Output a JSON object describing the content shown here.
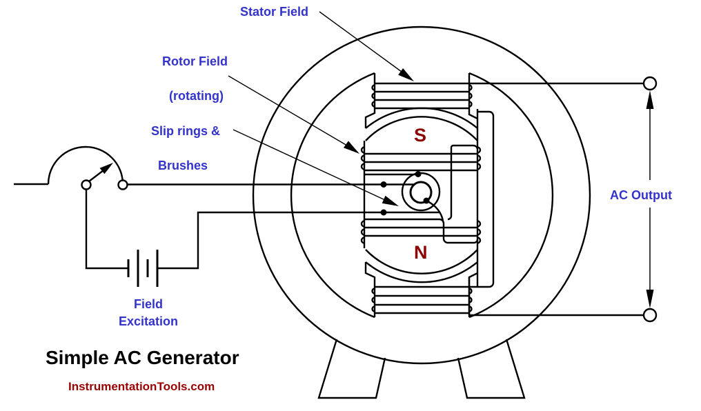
{
  "diagram": {
    "title": "Simple AC Generator",
    "source": "InstrumentationTools.com",
    "labels": {
      "stator_field": "Stator Field",
      "rotor_field_line1": "Rotor Field",
      "rotor_field_line2": "(rotating)",
      "slip_rings_line1": "Slip rings &",
      "slip_rings_line2": "Brushes",
      "ac_output": "AC Output",
      "field_excitation_line1": "Field",
      "field_excitation_line2": "Excitation"
    },
    "poles": {
      "top": "S",
      "bottom": "N"
    },
    "colors": {
      "label_blue": "#3333CC",
      "pole_red": "#8B0000",
      "source_red": "#990000",
      "line_black": "#000000",
      "background": "#FFFFFF"
    }
  }
}
